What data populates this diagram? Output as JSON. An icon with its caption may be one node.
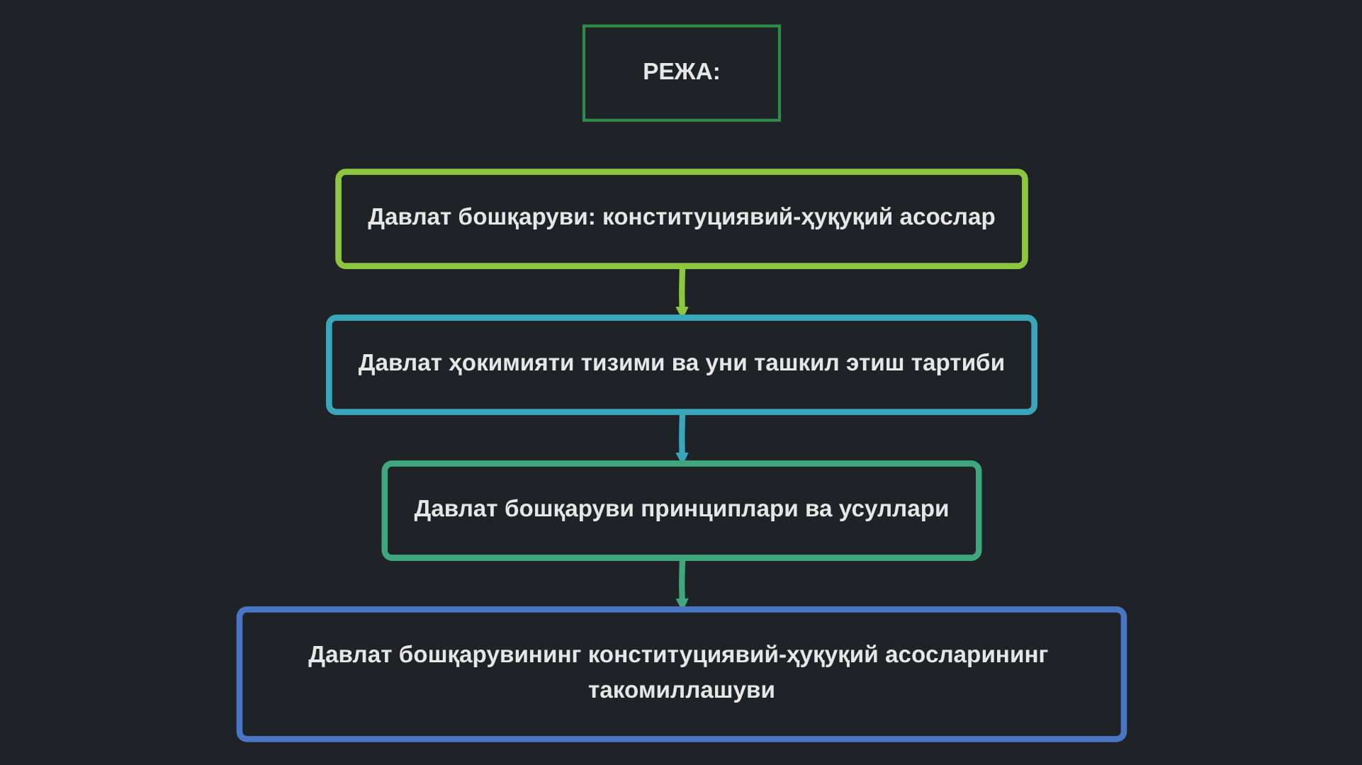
{
  "diagram": {
    "nodes": [
      {
        "text": [
          "РЕЖА:"
        ]
      },
      {
        "text": [
          "Давлат бошқаруви: конституциявий-ҳуқуқий асослар"
        ]
      },
      {
        "text": [
          "Давлат ҳокимияти тизими ва уни ташкил этиш тартиби"
        ]
      },
      {
        "text": [
          "Давлат бошқаруви принциплари ва усуллари"
        ]
      },
      {
        "text": [
          "Давлат бошқарувининг конституциявий-ҳуқуқий асосларининг такомиллашуви"
        ]
      }
    ],
    "edges": [
      {
        "from": 1,
        "to": 2,
        "arrow": "to",
        "color": "#8dc63f"
      },
      {
        "from": 2,
        "to": 3,
        "arrow": "to",
        "color": "#3aa6b9"
      },
      {
        "from": 3,
        "to": 4,
        "arrow": "to",
        "color": "#3fa67e"
      }
    ]
  }
}
